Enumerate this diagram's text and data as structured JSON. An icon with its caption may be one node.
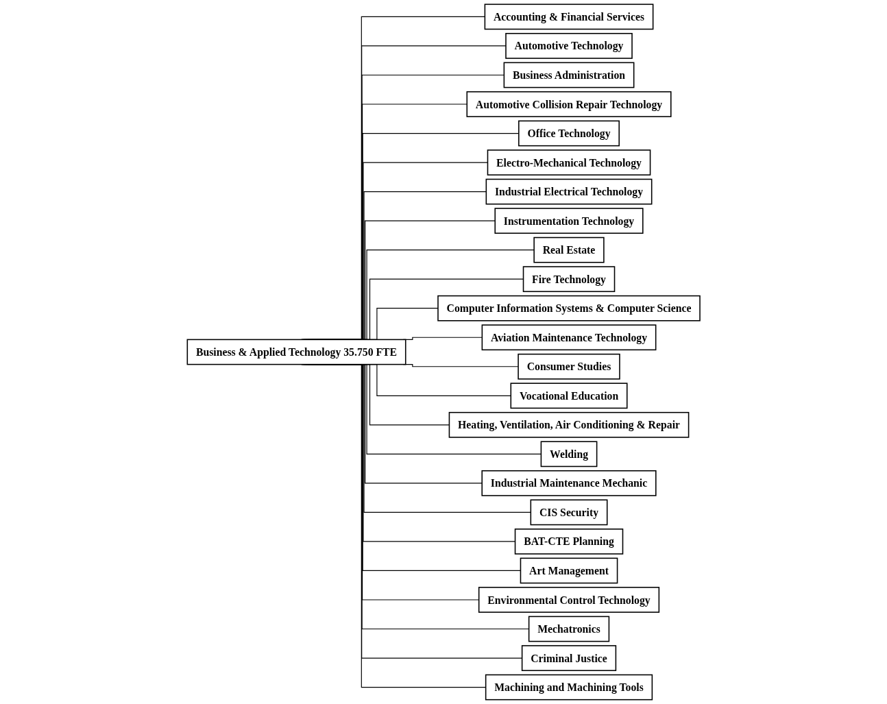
{
  "diagram": {
    "nodes": [
      {
        "text": [
          "Business & Applied Technology 35.750 FTE"
        ]
      },
      {
        "text": [
          "Accounting & Financial Services"
        ]
      },
      {
        "text": [
          "Automotive Technology"
        ]
      },
      {
        "text": [
          "Business Administration"
        ]
      },
      {
        "text": [
          "Automotive Collision Repair Technology"
        ]
      },
      {
        "text": [
          "Office Technology"
        ]
      },
      {
        "text": [
          "Electro-Mechanical Technology"
        ]
      },
      {
        "text": [
          "Industrial Electrical Technology"
        ]
      },
      {
        "text": [
          "Instrumentation Technology"
        ]
      },
      {
        "text": [
          "Real Estate"
        ]
      },
      {
        "text": [
          "Fire Technology"
        ]
      },
      {
        "text": [
          "Computer Information Systems & Computer Science"
        ]
      },
      {
        "text": [
          "Aviation Maintenance Technology"
        ]
      },
      {
        "text": [
          "Consumer Studies"
        ]
      },
      {
        "text": [
          "Vocational Education"
        ]
      },
      {
        "text": [
          "Heating, Ventilation, Air Conditioning & Repair"
        ]
      },
      {
        "text": [
          "Welding"
        ]
      },
      {
        "text": [
          "Industrial Maintenance Mechanic"
        ]
      },
      {
        "text": [
          "CIS Security"
        ]
      },
      {
        "text": [
          "BAT-CTE Planning"
        ]
      },
      {
        "text": [
          "Art Management"
        ]
      },
      {
        "text": [
          "Environmental Control Technology"
        ]
      },
      {
        "text": [
          "Mechatronics"
        ]
      },
      {
        "text": [
          "Criminal Justice"
        ]
      },
      {
        "text": [
          "Machining and Machining Tools"
        ]
      }
    ],
    "edges": [
      {
        "from": 0,
        "to": 1,
        "arrow": "none"
      },
      {
        "from": 0,
        "to": 2,
        "arrow": "none"
      },
      {
        "from": 0,
        "to": 3,
        "arrow": "none"
      },
      {
        "from": 0,
        "to": 4,
        "arrow": "none"
      },
      {
        "from": 0,
        "to": 5,
        "arrow": "none"
      },
      {
        "from": 0,
        "to": 6,
        "arrow": "none"
      },
      {
        "from": 0,
        "to": 7,
        "arrow": "none"
      },
      {
        "from": 0,
        "to": 8,
        "arrow": "none"
      },
      {
        "from": 0,
        "to": 9,
        "arrow": "none"
      },
      {
        "from": 0,
        "to": 10,
        "arrow": "none"
      },
      {
        "from": 0,
        "to": 11,
        "arrow": "none"
      },
      {
        "from": 0,
        "to": 12,
        "arrow": "none"
      },
      {
        "from": 0,
        "to": 13,
        "arrow": "none"
      },
      {
        "from": 0,
        "to": 14,
        "arrow": "none"
      },
      {
        "from": 0,
        "to": 15,
        "arrow": "none"
      },
      {
        "from": 0,
        "to": 16,
        "arrow": "none"
      },
      {
        "from": 0,
        "to": 17,
        "arrow": "none"
      },
      {
        "from": 0,
        "to": 18,
        "arrow": "none"
      },
      {
        "from": 0,
        "to": 19,
        "arrow": "none"
      },
      {
        "from": 0,
        "to": 20,
        "arrow": "none"
      },
      {
        "from": 0,
        "to": 21,
        "arrow": "none"
      },
      {
        "from": 0,
        "to": 22,
        "arrow": "none"
      },
      {
        "from": 0,
        "to": 23,
        "arrow": "none"
      },
      {
        "from": 0,
        "to": 24,
        "arrow": "none"
      }
    ]
  }
}
